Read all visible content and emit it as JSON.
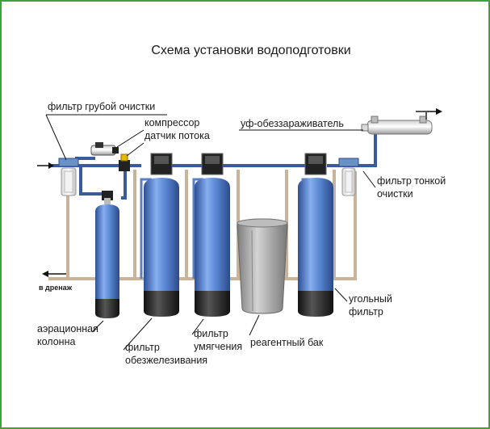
{
  "title": "Схема установки водоподготовки",
  "labels": {
    "coarse_filter": "фильтр грубой очистки",
    "compressor": "компрессор",
    "flow_sensor": "датчик потока",
    "uv_sterilizer": "уф-обеззараживатель",
    "fine_filter_line1": "фильтр тонкой",
    "fine_filter_line2": "очистки",
    "drain": "в дренаж",
    "carbon_filter_line1": "угольный",
    "carbon_filter_line2": "фильтр",
    "aeration_line1": "аэрационная",
    "aeration_line2": "колонна",
    "iron_line1": "фильтр",
    "iron_line2": "обезжелезивания",
    "softener_line1": "фильтр",
    "softener_line2": "умягчения",
    "brine_tank": "реагентный бак"
  },
  "colors": {
    "frame": "#3aa53a",
    "tank_blue": "#4f7fcc",
    "tank_base": "#222222",
    "pipe_blue": "#3a5a9a",
    "drain_pipe": "#c9b49a",
    "brine_tank": "#a8a8a8"
  }
}
